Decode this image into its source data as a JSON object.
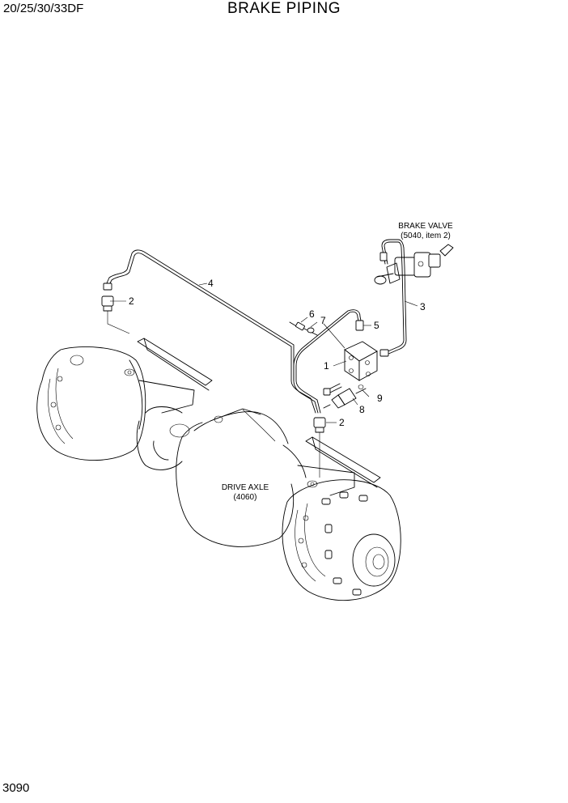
{
  "header": {
    "model": "20/25/30/33DF",
    "title": "BRAKE PIPING"
  },
  "footer": {
    "page_number": "3090"
  },
  "notes": {
    "brake_valve_line1": "BRAKE VALVE",
    "brake_valve_line2": "(5040, item 2)",
    "drive_axle_line1": "DRIVE AXLE",
    "drive_axle_line2": "(4060)"
  },
  "callouts": {
    "c1": "1",
    "c2a": "2",
    "c2b": "2",
    "c3": "3",
    "c4": "4",
    "c5": "5",
    "c6": "6",
    "c7": "7",
    "c8": "8",
    "c9": "9"
  }
}
